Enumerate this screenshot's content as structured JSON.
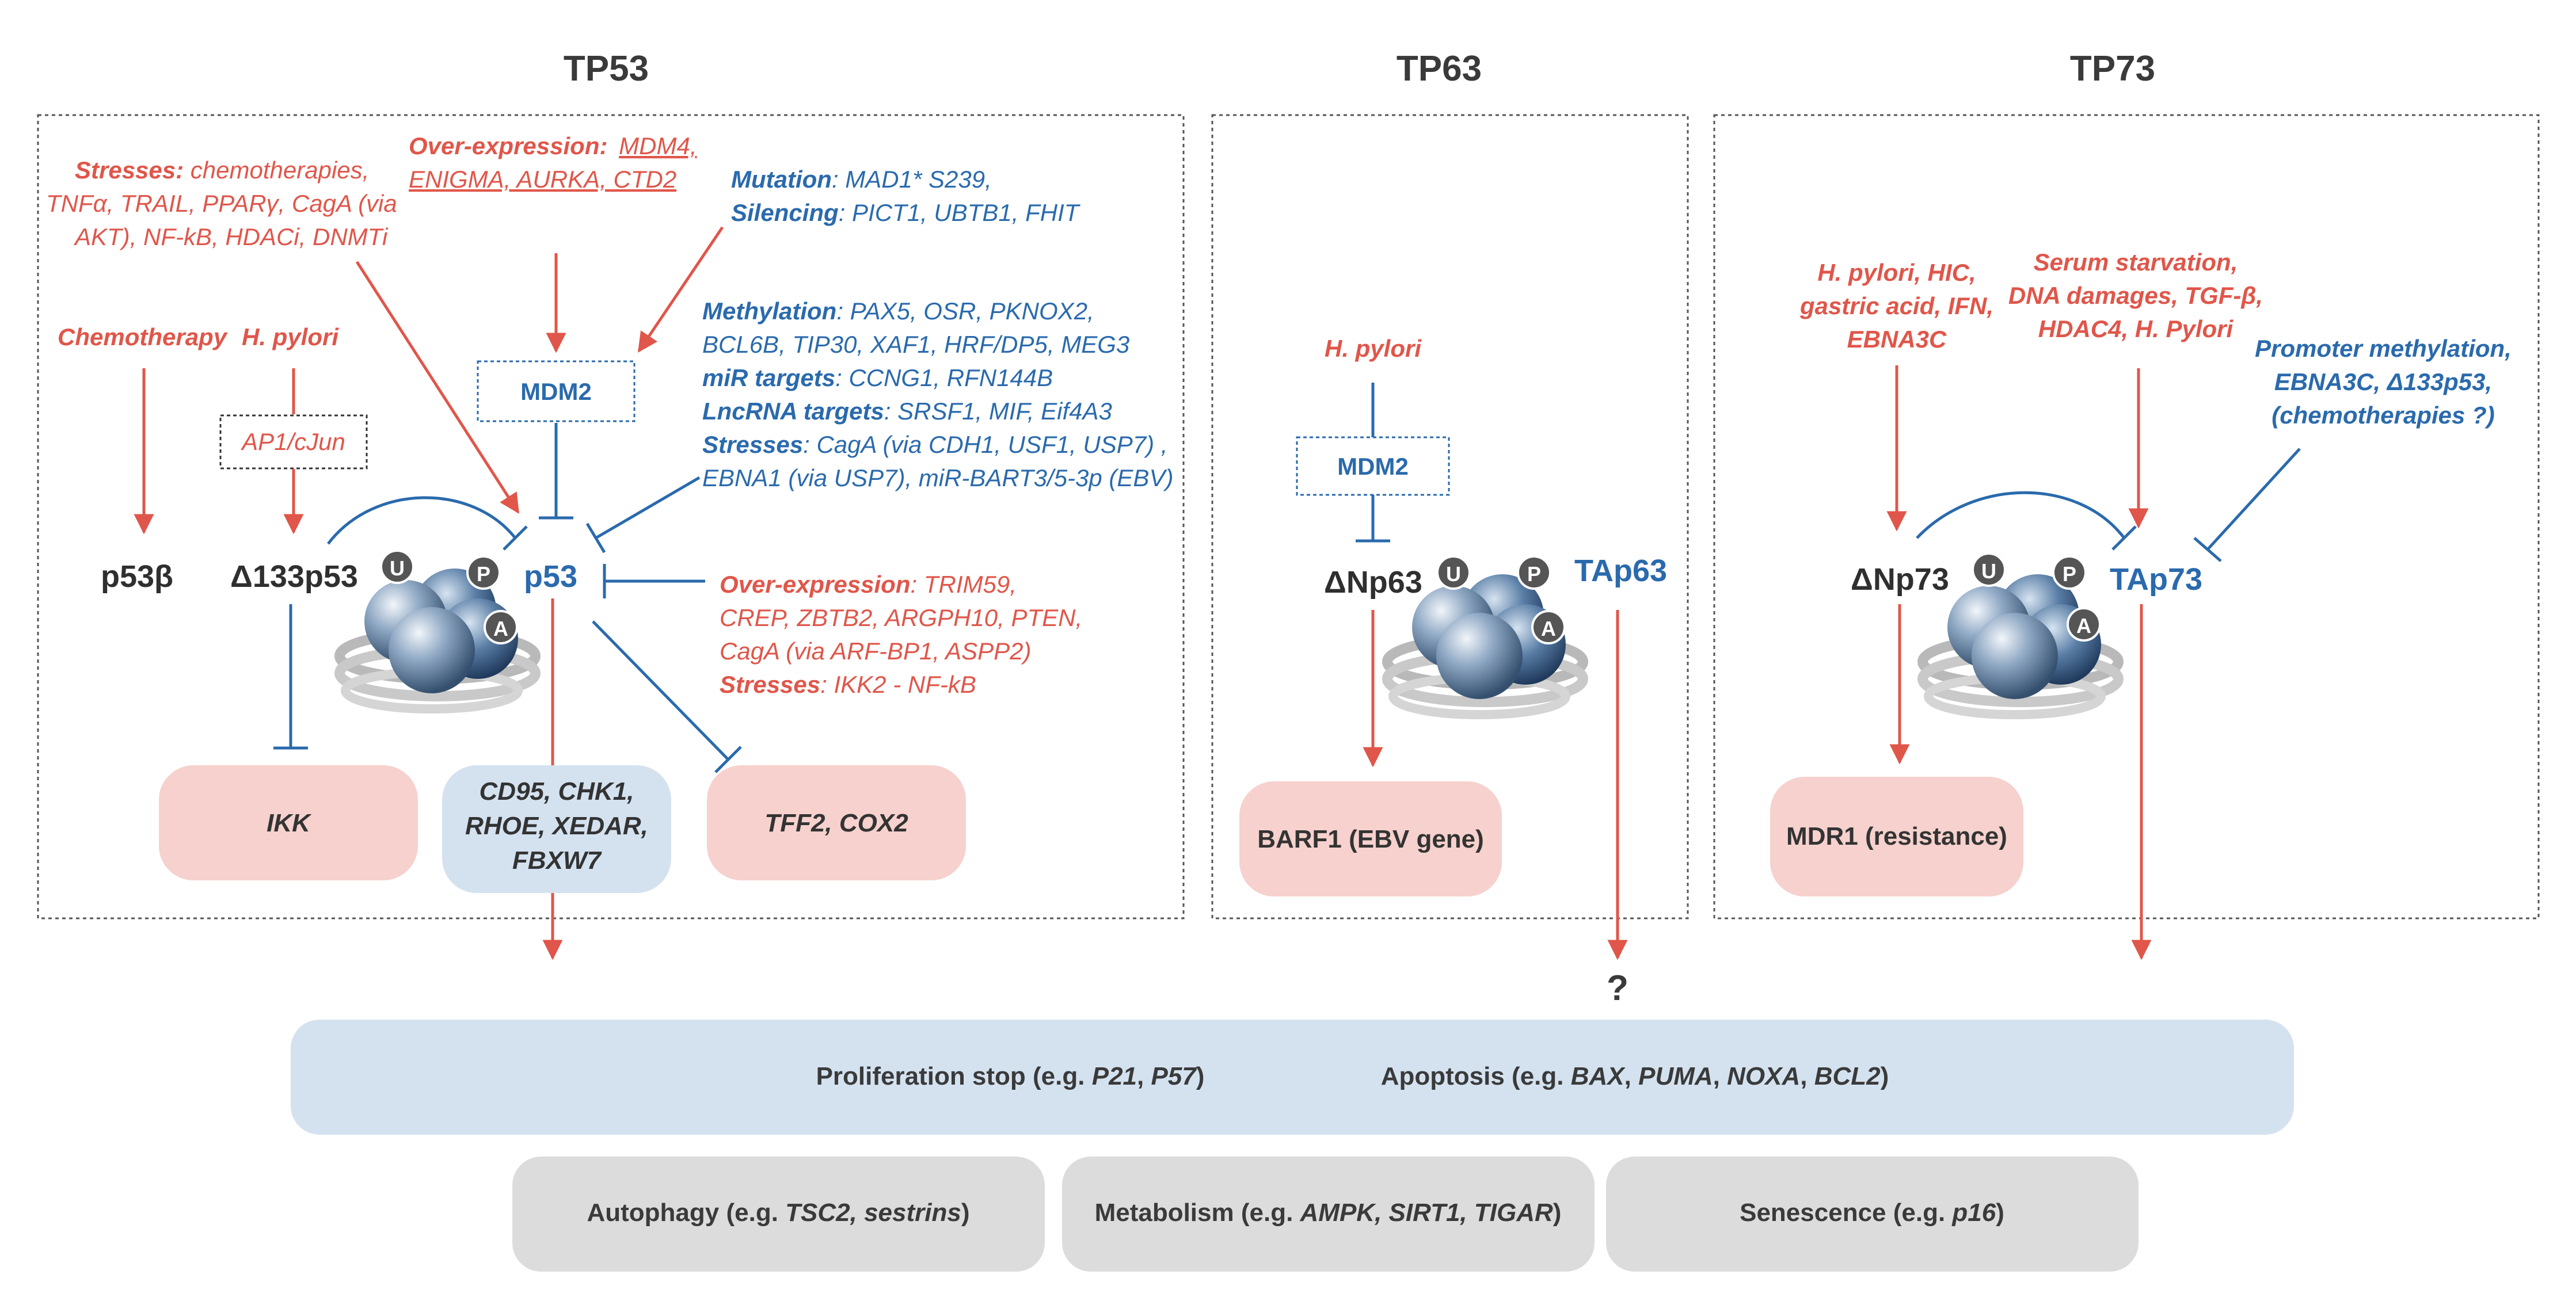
{
  "panels": {
    "tp53": {
      "title": "TP53",
      "stresses_label": "Stresses:",
      "stresses_lines": [
        " chemotherapies,",
        "TNFα, TRAIL, PPARγ, CagA (via",
        "AKT), NF-kB, HDACi, DNMTi"
      ],
      "overexpression_label": "Over-expression:",
      "overexpression_items": [
        "MDM4,",
        "ENIGMA, AURKA, CTD2"
      ],
      "mutation_label": "Mutation",
      "mutation_value": ": MAD1* S239,",
      "silencing_label": "Silencing",
      "silencing_value": ": PICT1, UBTB1, FHIT",
      "chemotherapy": "Chemotherapy",
      "hpylori": "H. pylori",
      "ap1": "AP1/cJun",
      "mdm2": "MDM2",
      "methylation_label": "Methylation",
      "methylation_lines": [
        ": PAX5, OSR, PKNOX2,",
        "BCL6B, TIP30, XAF1, HRF/DP5, MEG3"
      ],
      "mir_label": "miR targets",
      "mir_value": ": CCNG1, RFN144B",
      "lnc_label": "LncRNA targets",
      "lnc_value": ": SRSF1, MIF, Eif4A3",
      "stresses2_label": "Stresses",
      "stresses2_lines": [
        ": CagA (via CDH1, USF1, USP7) ,",
        "EBNA1 (via USP7), miR-BART3/5-3p (EBV)"
      ],
      "overexp2_label": "Over-expression",
      "overexp2_lines": [
        ": TRIM59,",
        "CREP, ZBTB2, ARGPH10, PTEN,",
        "CagA (via ARF-BP1, ASPP2)"
      ],
      "stresses3_label": "Stresses",
      "stresses3_value": ": IKK2 - NF-kB",
      "p53beta": "p53β",
      "d133p53": "Δ133p53",
      "p53": "p53",
      "ikk": "IKK",
      "targets_lines": [
        "CD95, CHK1,",
        "RHOE, XEDAR,",
        "FBXW7"
      ],
      "tff2": "TFF2, COX2"
    },
    "tp63": {
      "title": "TP63",
      "hpylori": "H. pylori",
      "mdm2": "MDM2",
      "dnp63": "ΔNp63",
      "tap63": "TAp63",
      "barf1": "BARF1 (EBV gene)",
      "question": "?"
    },
    "tp73": {
      "title": "TP73",
      "left_lines": [
        "H. pylori, HIC,",
        "gastric acid, IFN,",
        "EBNA3C"
      ],
      "mid_lines": [
        "Serum starvation,",
        "DNA damages, TGF-β,",
        "HDAC4, H. Pylori"
      ],
      "right_lines": [
        "Promoter methylation,",
        "EBNA3C, Δ133p53,",
        "(chemotherapies ?)"
      ],
      "dnp73": "ΔNp73",
      "tap73": "TAp73",
      "mdr1": "MDR1 (resistance)"
    }
  },
  "badges": {
    "u": "U",
    "p": "P",
    "a": "A"
  },
  "outcomes": {
    "prolif_prefix": "Proliferation stop (e.g. ",
    "prolif_items": "P21",
    "prolif_sep": ", ",
    "prolif_items2": "P57",
    "prolif_suffix": ")",
    "apop_prefix": "Apoptosis (e.g. ",
    "apop_items": "BAX",
    "apop_sep": ", ",
    "apop_items2": "PUMA",
    "apop_items3": "NOXA",
    "apop_items4": "BCL2",
    "apop_suffix": ")",
    "auto_prefix": "Autophagy (e.g. ",
    "auto_items": "TSC2, sestrins",
    "auto_suffix": ")",
    "meta_prefix": "Metabolism (e.g. ",
    "meta_items": "AMPK, SIRT1, TIGAR",
    "meta_suffix": ")",
    "sen_prefix": "Senescence (e.g. ",
    "sen_items": "p16",
    "sen_suffix": ")"
  },
  "colors": {
    "red": "#e0564a",
    "blue": "#2a6aad",
    "pink_box": "#f6d1cd",
    "blue_box": "#d4e2f0",
    "gray_box": "#dcdcdc"
  }
}
